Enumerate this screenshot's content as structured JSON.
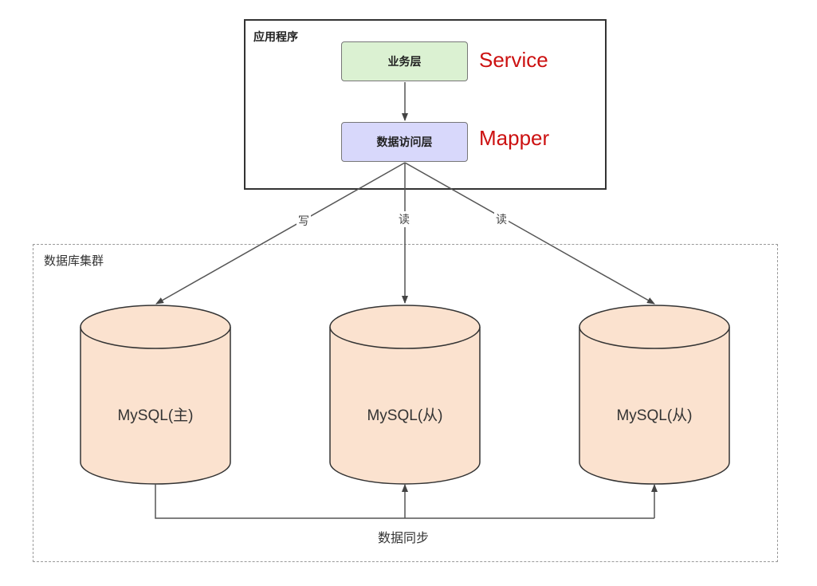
{
  "app": {
    "title": "应用程序",
    "service_layer": "业务层",
    "data_access_layer": "数据访问层"
  },
  "notes": {
    "service": "Service",
    "mapper": "Mapper"
  },
  "edges": {
    "write": "写",
    "read_1": "读",
    "read_2": "读"
  },
  "cluster": {
    "title": "数据库集群",
    "databases": [
      {
        "label": "MySQL(主)"
      },
      {
        "label": "MySQL(从)"
      },
      {
        "label": "MySQL(从)"
      }
    ],
    "sync_label": "数据同步"
  },
  "colors": {
    "service_fill": "#dbf1d2",
    "mapper_fill": "#d8d8fb",
    "database_fill": "#fbe2cf",
    "note_text": "#cc1111"
  }
}
